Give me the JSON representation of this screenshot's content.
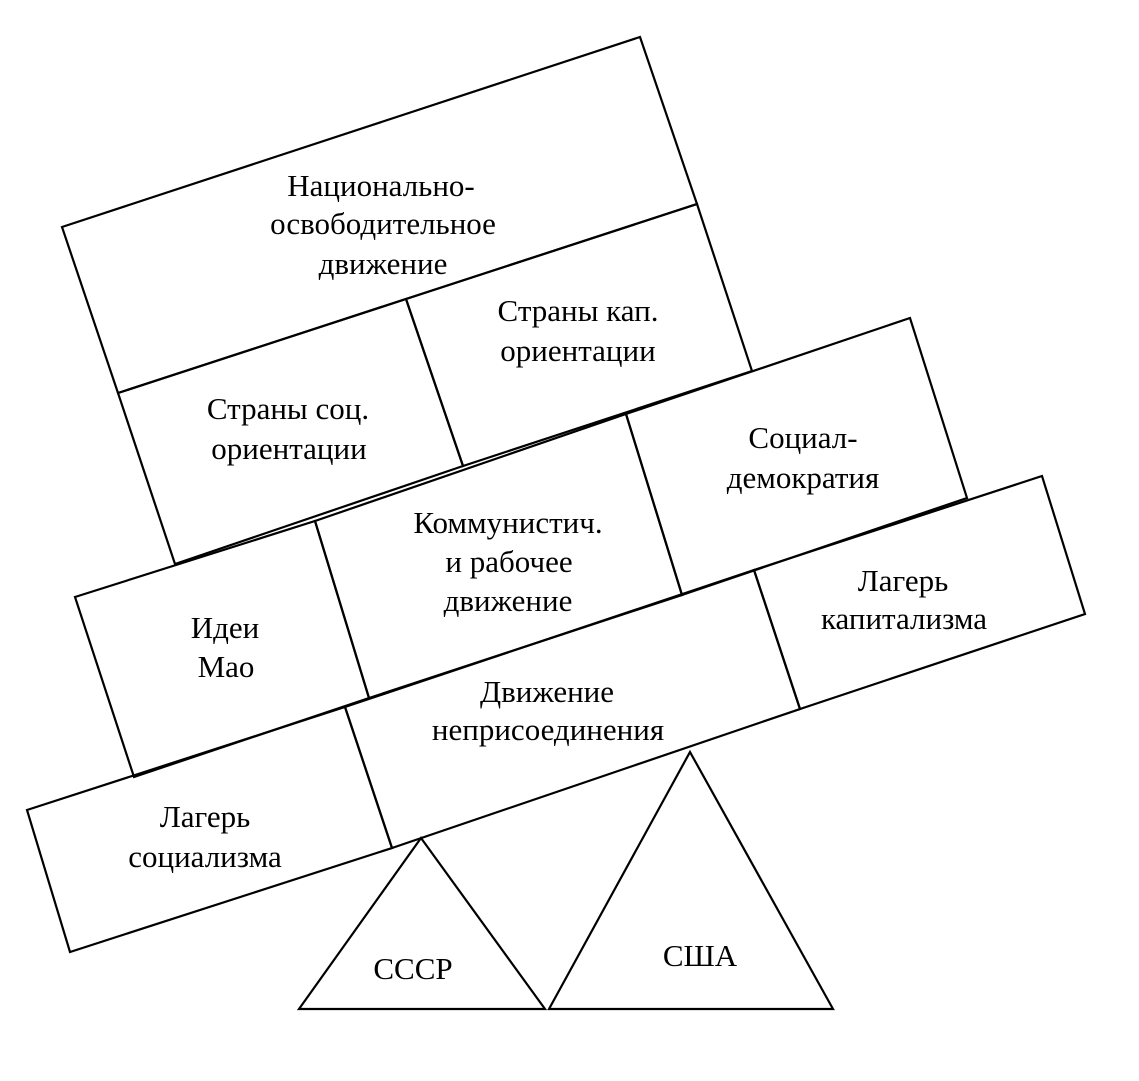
{
  "blocks": {
    "liberation": [
      "Национально-",
      "освободительное",
      "движение"
    ],
    "soc_orient": [
      "Страны соц.",
      "ориентации"
    ],
    "cap_orient": [
      "Страны кап.",
      "ориентации"
    ],
    "social_dem": [
      "Социал-",
      "демократия"
    ],
    "communist": [
      "Коммунистич.",
      "и рабочее",
      "движение"
    ],
    "mao": [
      "Идеи",
      "Мао"
    ],
    "capitalism": [
      "Лагерь",
      "капитализма"
    ],
    "nonaligned": [
      "Движение",
      "неприсоединения"
    ],
    "socialism": [
      "Лагерь",
      "социализма"
    ]
  },
  "supports": {
    "ussr": "СССР",
    "usa": "США"
  }
}
